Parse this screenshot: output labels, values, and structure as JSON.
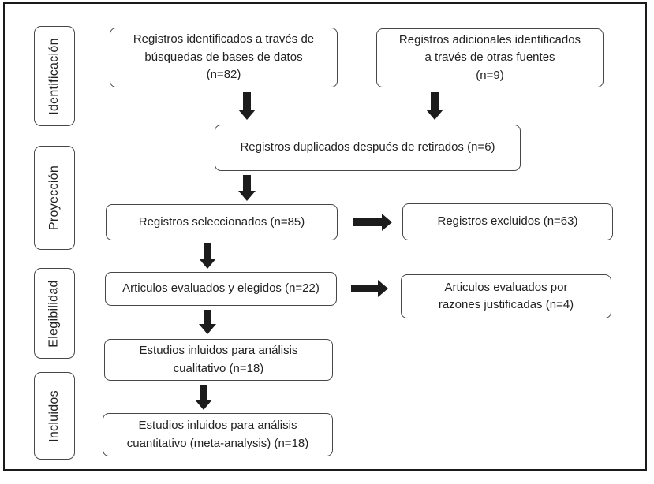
{
  "colors": {
    "outer_border": "#1a1a1a",
    "box_border": "#474747",
    "arrow": "#1c1c1c",
    "text": "#222222",
    "background": "#ffffff"
  },
  "stages": [
    {
      "label": "Identificación"
    },
    {
      "label": "Proyección"
    },
    {
      "label": "Elegibilidad"
    },
    {
      "label": "Incluidos"
    }
  ],
  "nodes": {
    "identified_db": {
      "text": "Registros identificados a través de\nbúsquedas de bases de datos\n(n=82)"
    },
    "identified_other": {
      "text": "Registros adicionales identificados\na través de otras fuentes\n(n=9)"
    },
    "duplicates_removed": {
      "text": "Registros duplicados después de retirados (n=6)"
    },
    "screened": {
      "text": "Registros seleccionados (n=85)"
    },
    "excluded": {
      "text": "Registros excluidos (n=63)"
    },
    "assessed": {
      "text": "Articulos evaluados y elegidos (n=22)"
    },
    "excluded_reasons": {
      "text": "Articulos evaluados por\nrazones justificadas (n=4)"
    },
    "qualitative": {
      "text": "Estudios inluidos para análisis\ncualitativo (n=18)"
    },
    "quantitative": {
      "text": "Estudios inluidos para análisis\ncuantitativo (meta-analysis) (n=18)"
    }
  }
}
